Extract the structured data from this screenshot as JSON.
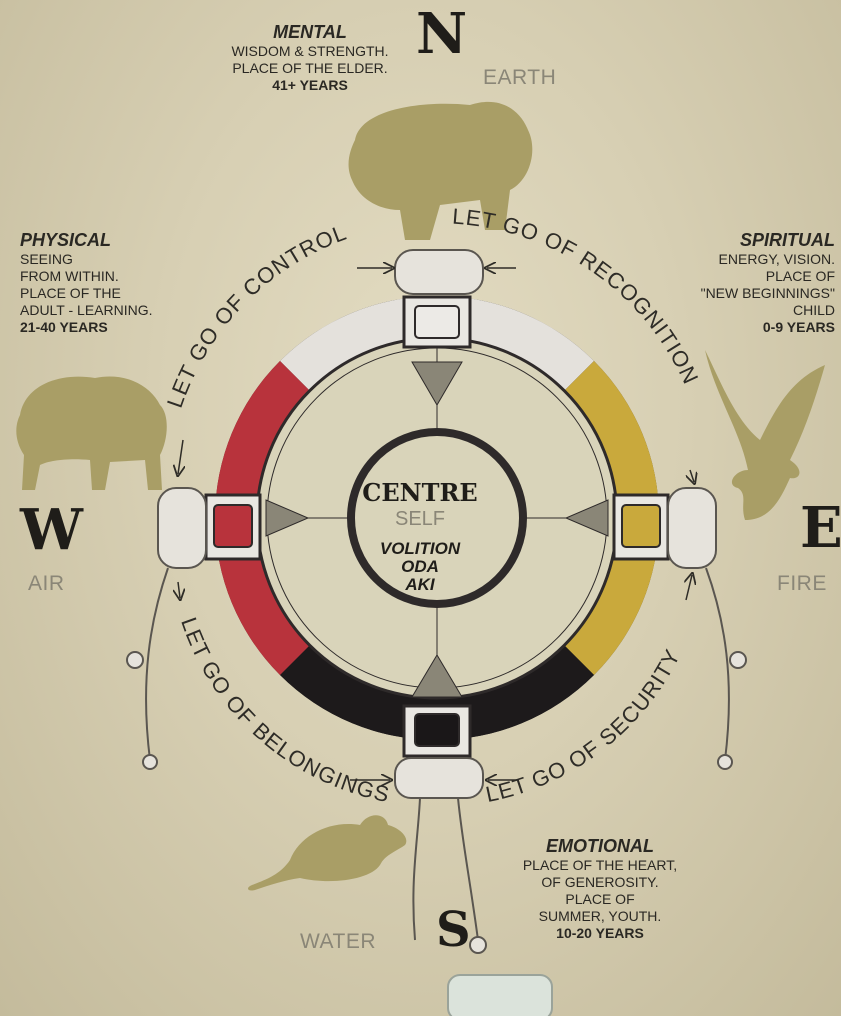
{
  "compass": {
    "north": "N",
    "south": "S",
    "east": "E",
    "west": "W"
  },
  "elements": {
    "earth": "EARTH",
    "fire": "FIRE",
    "air": "AIR",
    "water": "WATER"
  },
  "mental": {
    "heading": "MENTAL",
    "line1": "WISDOM & STRENGTH.",
    "line2": "PLACE OF THE ELDER.",
    "years": "41+ YEARS"
  },
  "physical": {
    "heading": "PHYSICAL",
    "line1": "SEEING",
    "line2": "FROM WITHIN.",
    "line3": "PLACE OF THE",
    "line4": "ADULT - LEARNING.",
    "years": "21-40 YEARS"
  },
  "spiritual": {
    "heading": "SPIRITUAL",
    "line1": "ENERGY, VISION.",
    "line2": "PLACE OF",
    "line3": "\"NEW BEGINNINGS\"",
    "line4": "CHILD",
    "years": "0-9 YEARS"
  },
  "emotional": {
    "heading": "EMOTIONAL",
    "line1": "PLACE OF THE HEART,",
    "line2": "OF GENEROSITY.",
    "line3": "PLACE OF",
    "line4": "SUMMER, YOUTH.",
    "years": "10-20 YEARS"
  },
  "centre": {
    "title": "CENTRE",
    "self": "SELF",
    "line1": "VOLITION",
    "line2": "ODA",
    "line3": "AKI"
  },
  "ring": {
    "control": "LET GO OF CONTROL",
    "recognition": "LET GO OF RECOGNITION",
    "security": "LET GO OF SECURITY",
    "belongings": "LET GO OF BELONGINGS"
  },
  "colors": {
    "north": "#eceae6",
    "east": "#c9a93c",
    "south": "#1a1718",
    "west": "#b8333c",
    "animal": "#a99e66"
  },
  "animals": [
    "bear-silhouette",
    "buffalo-silhouette",
    "eagle-silhouette",
    "mouse-silhouette"
  ]
}
